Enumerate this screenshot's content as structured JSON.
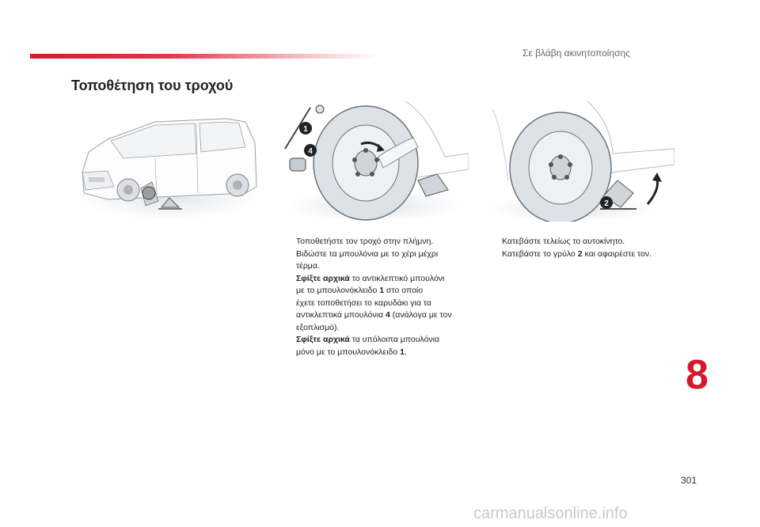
{
  "header": {
    "section_title": "Σε βλάβη ακινητοποίησης"
  },
  "page": {
    "title": "Τοποθέτηση του τροχού",
    "chapter_number": "8",
    "page_number": "301",
    "watermark": "carmanualsonline.info",
    "accent_color": "#d7172b"
  },
  "illustrations": {
    "callouts": [
      "1",
      "4",
      "2"
    ],
    "icons": [
      "van-illustration",
      "wheel-fitting-illustration",
      "car-lowering-illustration"
    ]
  },
  "instructions_left": {
    "bullet": "",
    "step1": "Τοποθετήστε τον τροχό στην πλήμνη.",
    "step2_line1": "Βιδώστε τα μπουλόνια με το χέρι μέχρι",
    "step2_line2": "τέρμα.",
    "step3_bold": "Σφίξτε αρχικά",
    "step3_line1": " το αντικλεπτικό μπουλόνι",
    "step3_line2a": "με το μπουλονόκλειδο ",
    "step3_ref1": "1",
    "step3_line2b": " στο οποίο",
    "step3_line3": "έχετε τοποθετήσει το καρυδάκι για τα",
    "step3_line4a": "αντικλεπτικά μπουλόνια ",
    "step3_ref2": "4",
    "step3_line4b": " (ανάλογα με τον",
    "step3_line5": "εξοπλισμό).",
    "step4_bold": "Σφίξτε αρχικά",
    "step4_line1": " τα υπόλοιπα μπουλόνια",
    "step4_line2a": "μόνο με το μπουλονόκλειδο ",
    "step4_ref": "1",
    "step4_line2b": "."
  },
  "instructions_right": {
    "bullet": "",
    "step1": "Κατεβάστε τελείως το αυτοκίνητο.",
    "step2a": "Κατεβάστε το γρύλο ",
    "step2_ref": "2",
    "step2b": " και αφαιρέστε τον."
  }
}
